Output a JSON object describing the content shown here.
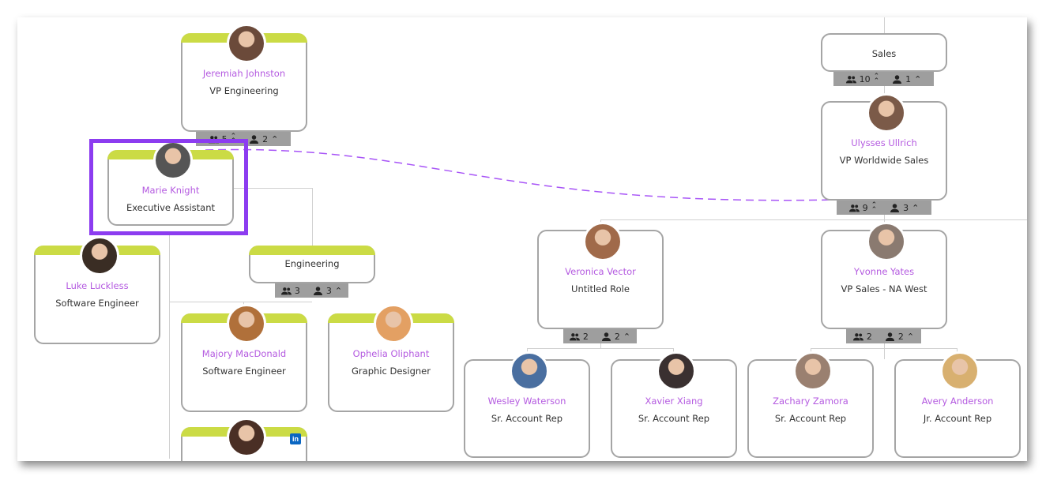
{
  "nodes": [
    {
      "id": "jeremiah",
      "name": "Jeremiah Johnston",
      "role": "VP Engineering",
      "green": true,
      "avatar_color": "#6b4a3a"
    },
    {
      "id": "marie",
      "name": "Marie Knight",
      "role": "Executive Assistant",
      "green": true,
      "avatar_color": "#555"
    },
    {
      "id": "luke",
      "name": "Luke Luckless",
      "role": "Software Engineer",
      "green": true,
      "avatar_color": "#3a2d24"
    },
    {
      "id": "engineering",
      "name": "",
      "role": "Engineering",
      "green": true
    },
    {
      "id": "majory",
      "name": "Majory MacDonald",
      "role": "Software Engineer",
      "green": true,
      "avatar_color": "#b0703a"
    },
    {
      "id": "ophelia",
      "name": "Ophelia Oliphant",
      "role": "Graphic Designer",
      "green": true,
      "avatar_color": "#e3a063"
    },
    {
      "id": "partial",
      "name": "",
      "role": "",
      "green": true,
      "avatar_color": "#4a2f25",
      "linkedin": "in"
    },
    {
      "id": "sales",
      "name": "",
      "role": "Sales",
      "green": false
    },
    {
      "id": "ulysses",
      "name": "Ulysses Ullrich",
      "role": "VP Worldwide Sales",
      "green": false,
      "avatar_color": "#7b5a48"
    },
    {
      "id": "veronica",
      "name": "Veronica Vector",
      "role": "Untitled Role",
      "green": false,
      "avatar_color": "#a06a4a"
    },
    {
      "id": "yvonne",
      "name": "Yvonne Yates",
      "role": "VP Sales - NA West",
      "green": false,
      "avatar_color": "#8a7a70"
    },
    {
      "id": "wesley",
      "name": "Wesley Waterson",
      "role": "Sr. Account Rep",
      "green": false,
      "avatar_color": "#4a6fa0"
    },
    {
      "id": "xavier",
      "name": "Xavier Xiang",
      "role": "Sr. Account Rep",
      "green": false,
      "avatar_color": "#3a3030"
    },
    {
      "id": "zachary",
      "name": "Zachary Zamora",
      "role": "Sr. Account Rep",
      "green": false,
      "avatar_color": "#9a8070"
    },
    {
      "id": "avery",
      "name": "Avery Anderson",
      "role": "Jr. Account Rep",
      "green": false,
      "avatar_color": "#d8b070"
    }
  ],
  "badges": [
    {
      "id": "jeremiah",
      "team": "5",
      "direct": "2",
      "double": true
    },
    {
      "id": "engineering",
      "team": "3",
      "direct": "3",
      "double": false
    },
    {
      "id": "sales",
      "team": "10",
      "direct": "1",
      "double": true
    },
    {
      "id": "ulysses",
      "team": "9",
      "direct": "3",
      "double": true
    },
    {
      "id": "veronica",
      "team": "2",
      "direct": "2",
      "double": false
    },
    {
      "id": "yvonne",
      "team": "2",
      "direct": "2",
      "double": false
    }
  ],
  "colors": {
    "accent": "#cbdb45",
    "highlight": "#8c3cf0",
    "name": "#b45ae0",
    "badge": "#9e9e9e"
  }
}
